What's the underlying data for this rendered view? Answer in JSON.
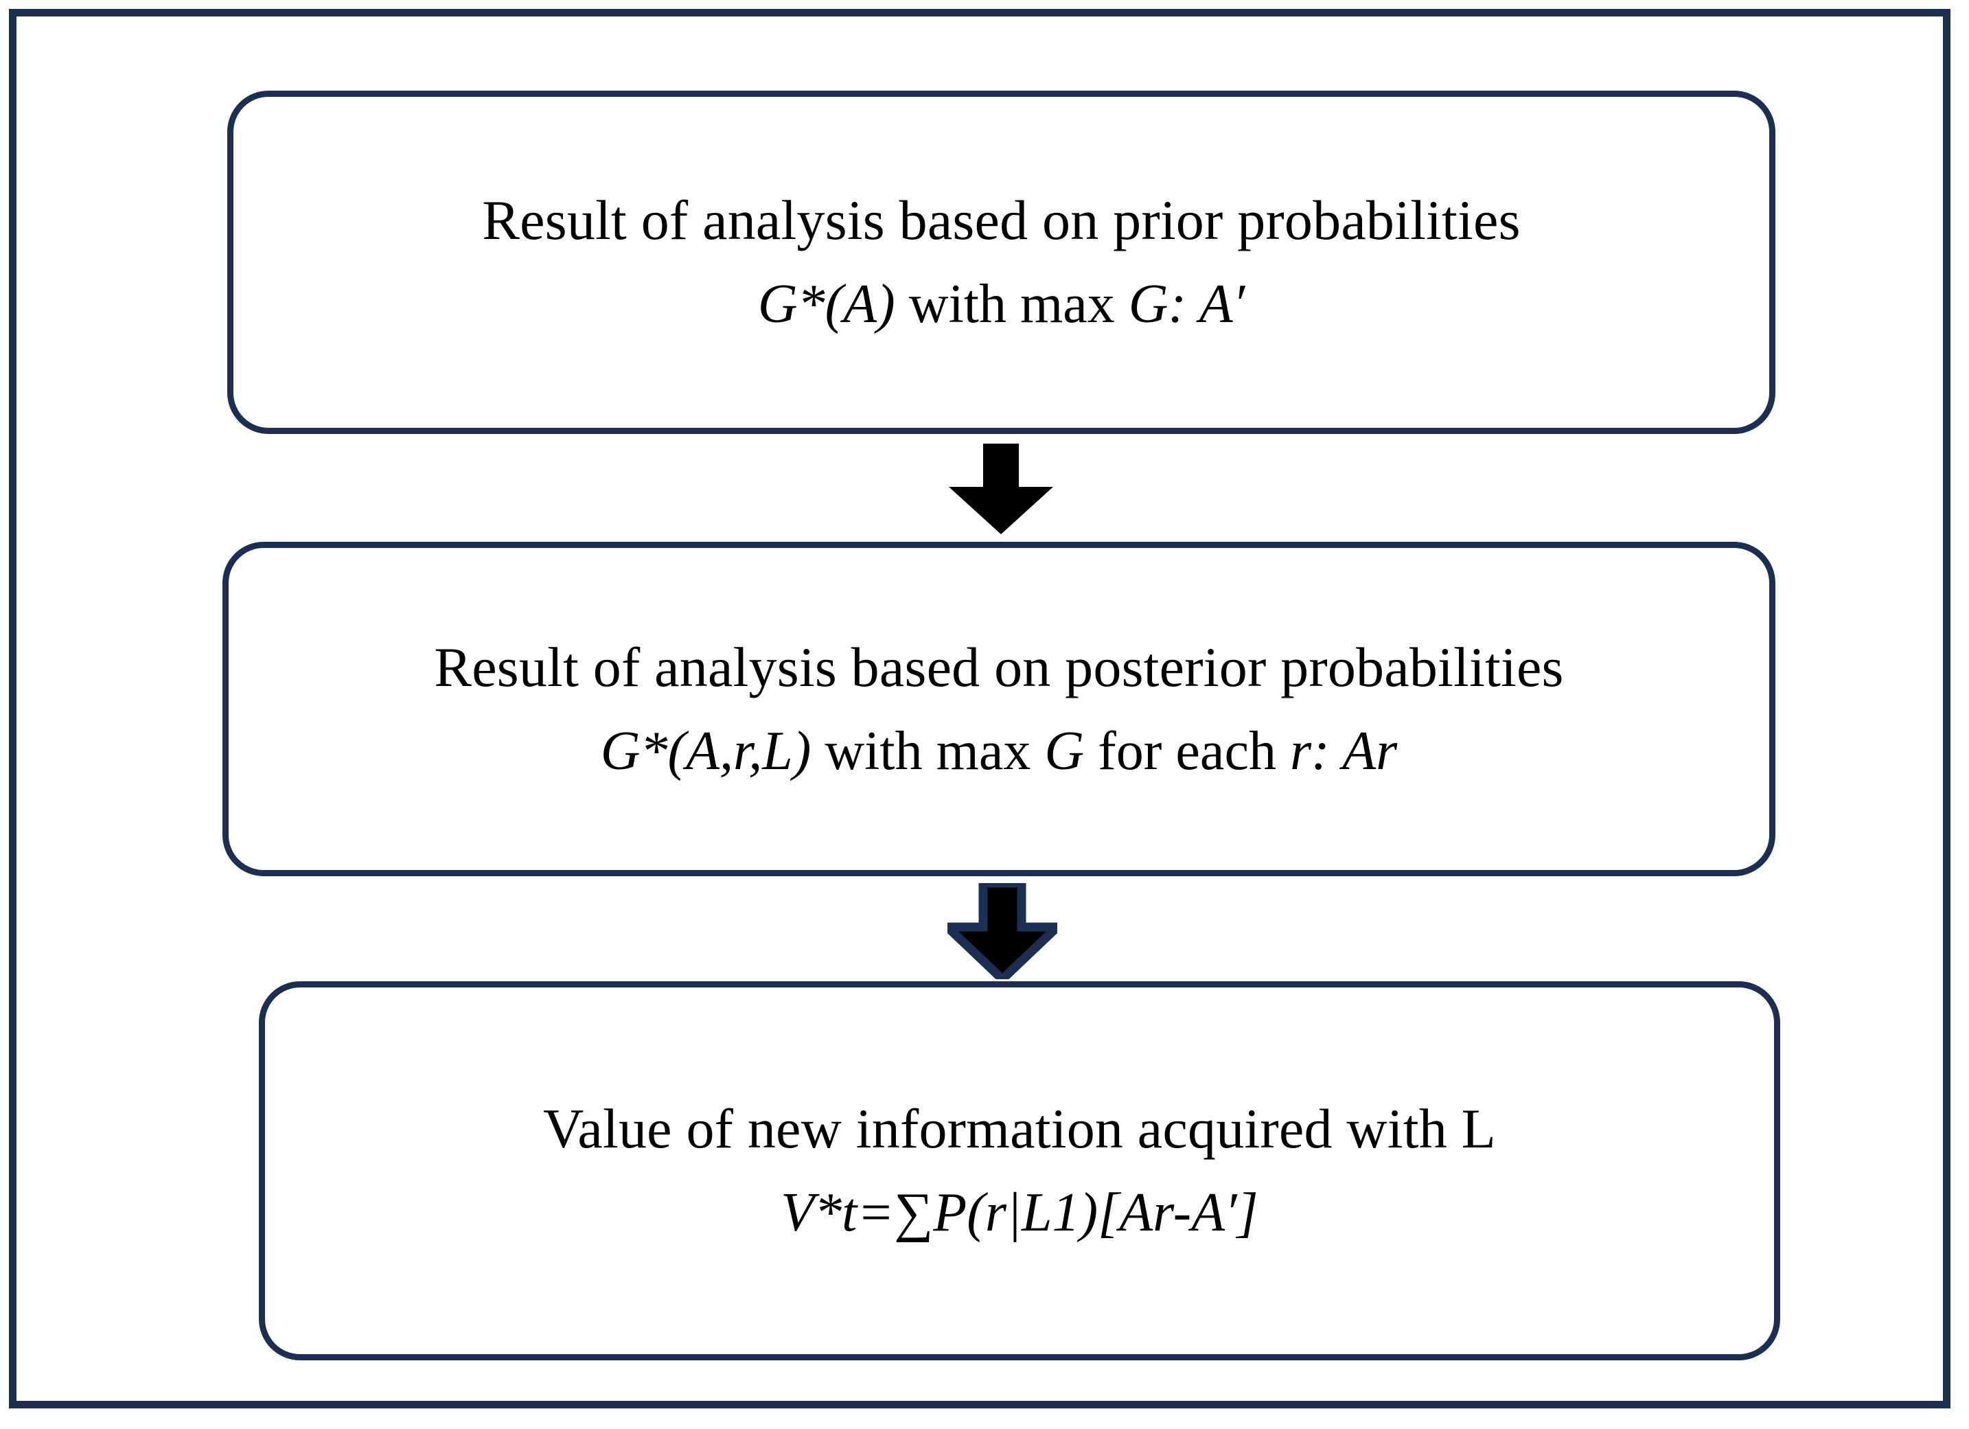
{
  "figure": {
    "kind": "flowchart",
    "orientation": "vertical",
    "frame_color": "#1c2e52",
    "box_border_color": "#1c2e52",
    "text_color": "#000000",
    "arrow_fill": "#000000",
    "arrow_outline": "#1c2e52",
    "background": "#ffffff"
  },
  "nodes": [
    {
      "id": "prior-analysis",
      "title": "Result of analysis based on prior probabilities",
      "formula_parts": [
        {
          "text": "G*(A)",
          "style": "italic"
        },
        {
          "text": " with max ",
          "style": "roman"
        },
        {
          "text": "G: A′",
          "style": "italic"
        }
      ],
      "formula_plain": "G*(A) with max G: A′"
    },
    {
      "id": "posterior-analysis",
      "title": "Result of analysis based on posterior probabilities",
      "formula_parts": [
        {
          "text": "G*(A,r,L)",
          "style": "italic"
        },
        {
          "text": " with max ",
          "style": "roman"
        },
        {
          "text": "G",
          "style": "italic"
        },
        {
          "text": " for each ",
          "style": "roman"
        },
        {
          "text": "r: Ar",
          "style": "italic"
        }
      ],
      "formula_plain": "G*(A,r,L) with max G for each r: Ar"
    },
    {
      "id": "value-of-information",
      "title": "Value of new information acquired with L",
      "formula_parts": [
        {
          "text": "V*t=∑P(r|L1)[Ar-A′]",
          "style": "italic"
        }
      ],
      "formula_plain": "V*t=∑P(r|L1)[Ar-A′]"
    }
  ],
  "connectors": [
    {
      "id": "arrow-1",
      "from": "prior-analysis",
      "to": "posterior-analysis",
      "glyph": "down-arrow",
      "filled": true,
      "outlined": false
    },
    {
      "id": "arrow-2",
      "from": "posterior-analysis",
      "to": "value-of-information",
      "glyph": "down-arrow",
      "filled": true,
      "outlined": true
    }
  ]
}
